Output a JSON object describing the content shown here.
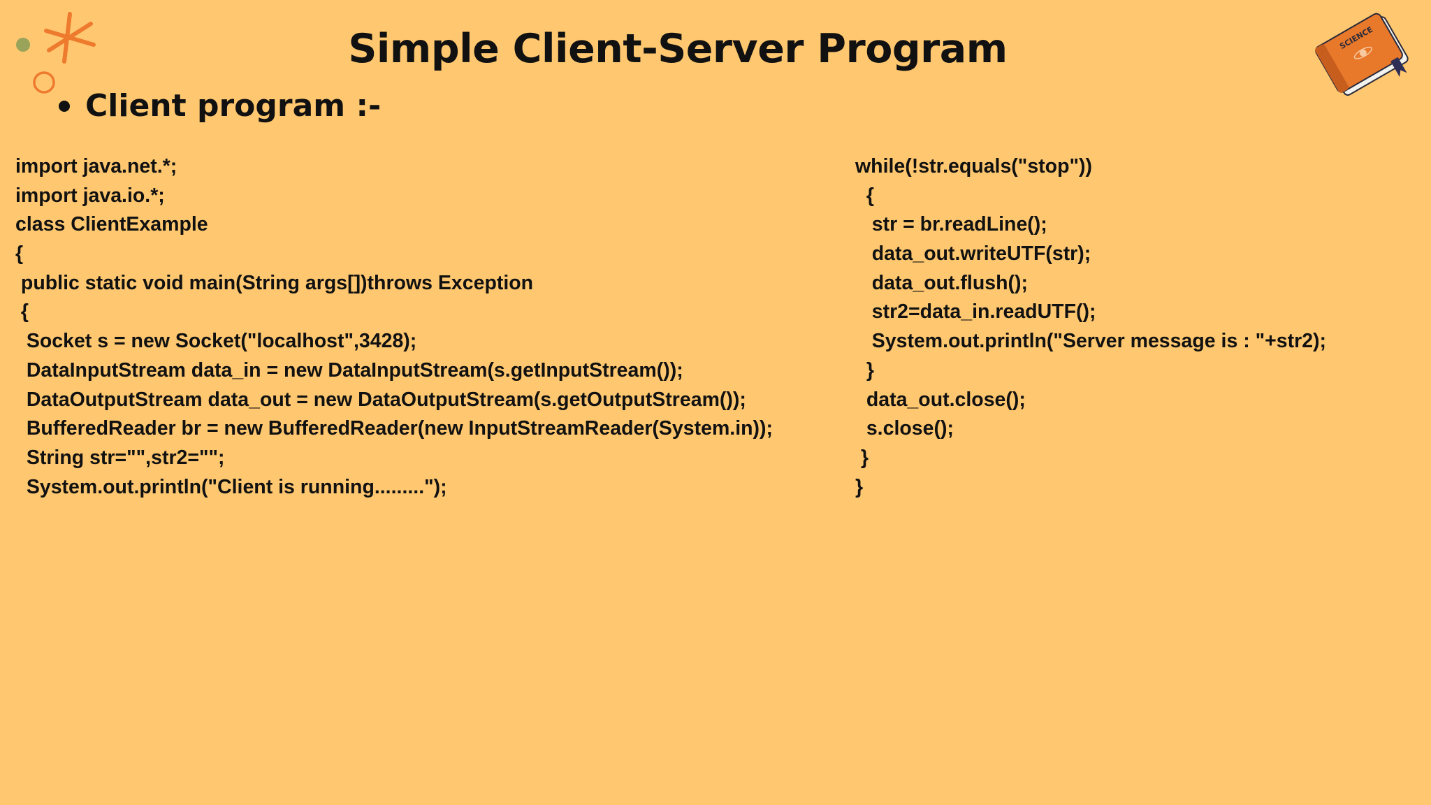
{
  "slide": {
    "title": "Simple Client-Server Program",
    "bullet": "Client program :-"
  },
  "code_left": [
    "import java.net.*;",
    "import java.io.*;",
    "class ClientExample",
    "{",
    " public static void main(String args[])throws Exception",
    " {",
    "  Socket s = new Socket(\"localhost\",3428);",
    "  DataInputStream data_in = new DataInputStream(s.getInputStream());",
    "  DataOutputStream data_out = new DataOutputStream(s.getOutputStream());",
    "  BufferedReader br = new BufferedReader(new InputStreamReader(System.in));",
    "  String str=\"\",str2=\"\";",
    "  System.out.println(\"Client is running.........\");"
  ],
  "code_right": [
    "while(!str.equals(\"stop\"))",
    "  {",
    "   str = br.readLine();",
    "   data_out.writeUTF(str);",
    "   data_out.flush();",
    "   str2=data_in.readUTF();",
    "   System.out.println(\"Server message is : \"+str2);",
    "  }",
    "  data_out.close();",
    "  s.close();",
    " }",
    "}"
  ],
  "decorations": {
    "book_label": "SCIENCE",
    "colors": {
      "background": "#FFC870",
      "accent_orange": "#EE7A2E",
      "dot_green": "#9AA35A",
      "text": "#111111"
    },
    "icons": [
      "dot-icon",
      "asterisk-icon",
      "ring-icon",
      "science-book-icon"
    ]
  }
}
